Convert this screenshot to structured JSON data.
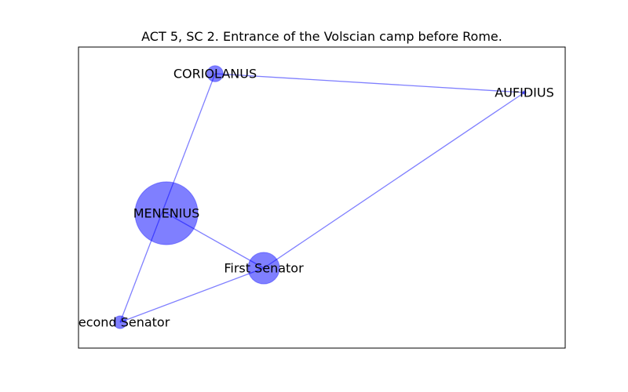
{
  "chart_data": {
    "type": "network",
    "title": "ACT 5, SC 2. Entrance of the Volscian camp before Rome.",
    "node_color": "#0000ff",
    "edge_color": "#0000ff",
    "nodes": [
      {
        "id": "CORIOLANUS",
        "label": "CORIOLANUS",
        "weight": 1.0
      },
      {
        "id": "AUFIDIUS",
        "label": "AUFIDIUS",
        "weight": 0.0
      },
      {
        "id": "MENENIUS",
        "label": "MENENIUS",
        "weight": 16.0
      },
      {
        "id": "First Senator",
        "label": "First Senator",
        "weight": 4.0
      },
      {
        "id": "Second Senator",
        "label": "Second Senator",
        "weight": 0.6
      }
    ],
    "edges": [
      [
        "CORIOLANUS",
        "AUFIDIUS"
      ],
      [
        "CORIOLANUS",
        "Second Senator"
      ],
      [
        "AUFIDIUS",
        "First Senator"
      ],
      [
        "MENENIUS",
        "First Senator"
      ],
      [
        "First Senator",
        "Second Senator"
      ]
    ]
  }
}
